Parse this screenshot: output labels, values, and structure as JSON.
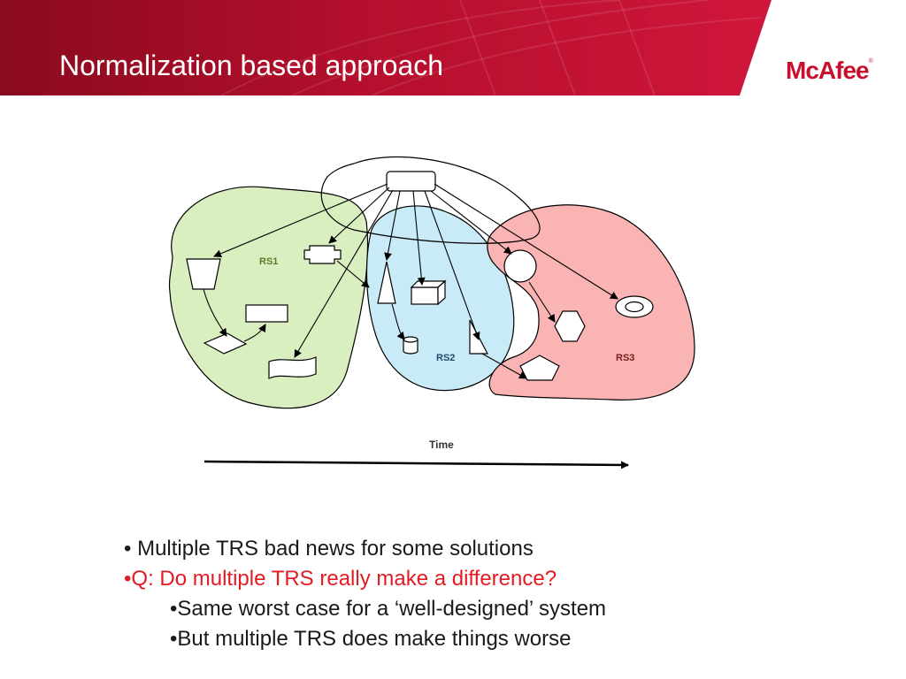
{
  "slide": {
    "title": "Normalization based approach",
    "logo_text": "McAfee",
    "logo_mark": "®"
  },
  "colors": {
    "header_red": "#c8102e",
    "header_dark": "#8a0a1f",
    "rs1_fill": "#d9efc0",
    "rs2_fill": "#c9eaf7",
    "rs3_fill": "#fbb4b4",
    "highlight_text": "#e31b23"
  },
  "diagram": {
    "regions": [
      {
        "label": "RS1",
        "color": "#5c7a2e"
      },
      {
        "label": "RS2",
        "color": "#1f4f6b"
      },
      {
        "label": "RS3",
        "color": "#7a1f1f"
      }
    ],
    "axis_label": "Time",
    "shapes": [
      "source-rectangle",
      "trapezoid",
      "rounded-cross",
      "rectangle",
      "diamond",
      "wave-banner",
      "triangle",
      "cube",
      "cylinder",
      "right-triangle",
      "circle",
      "hexagon",
      "pentagon",
      "ring"
    ]
  },
  "bullets": [
    {
      "text": "• Multiple TRS bad news for some solutions",
      "level": 0,
      "color": "default"
    },
    {
      "text": "•Q: Do multiple TRS really make a difference?",
      "level": 0,
      "color": "red"
    },
    {
      "text": "•Same worst case for a ‘well-designed’ system",
      "level": 1,
      "color": "default"
    },
    {
      "text": "•But multiple TRS does make things worse",
      "level": 1,
      "color": "default"
    }
  ]
}
